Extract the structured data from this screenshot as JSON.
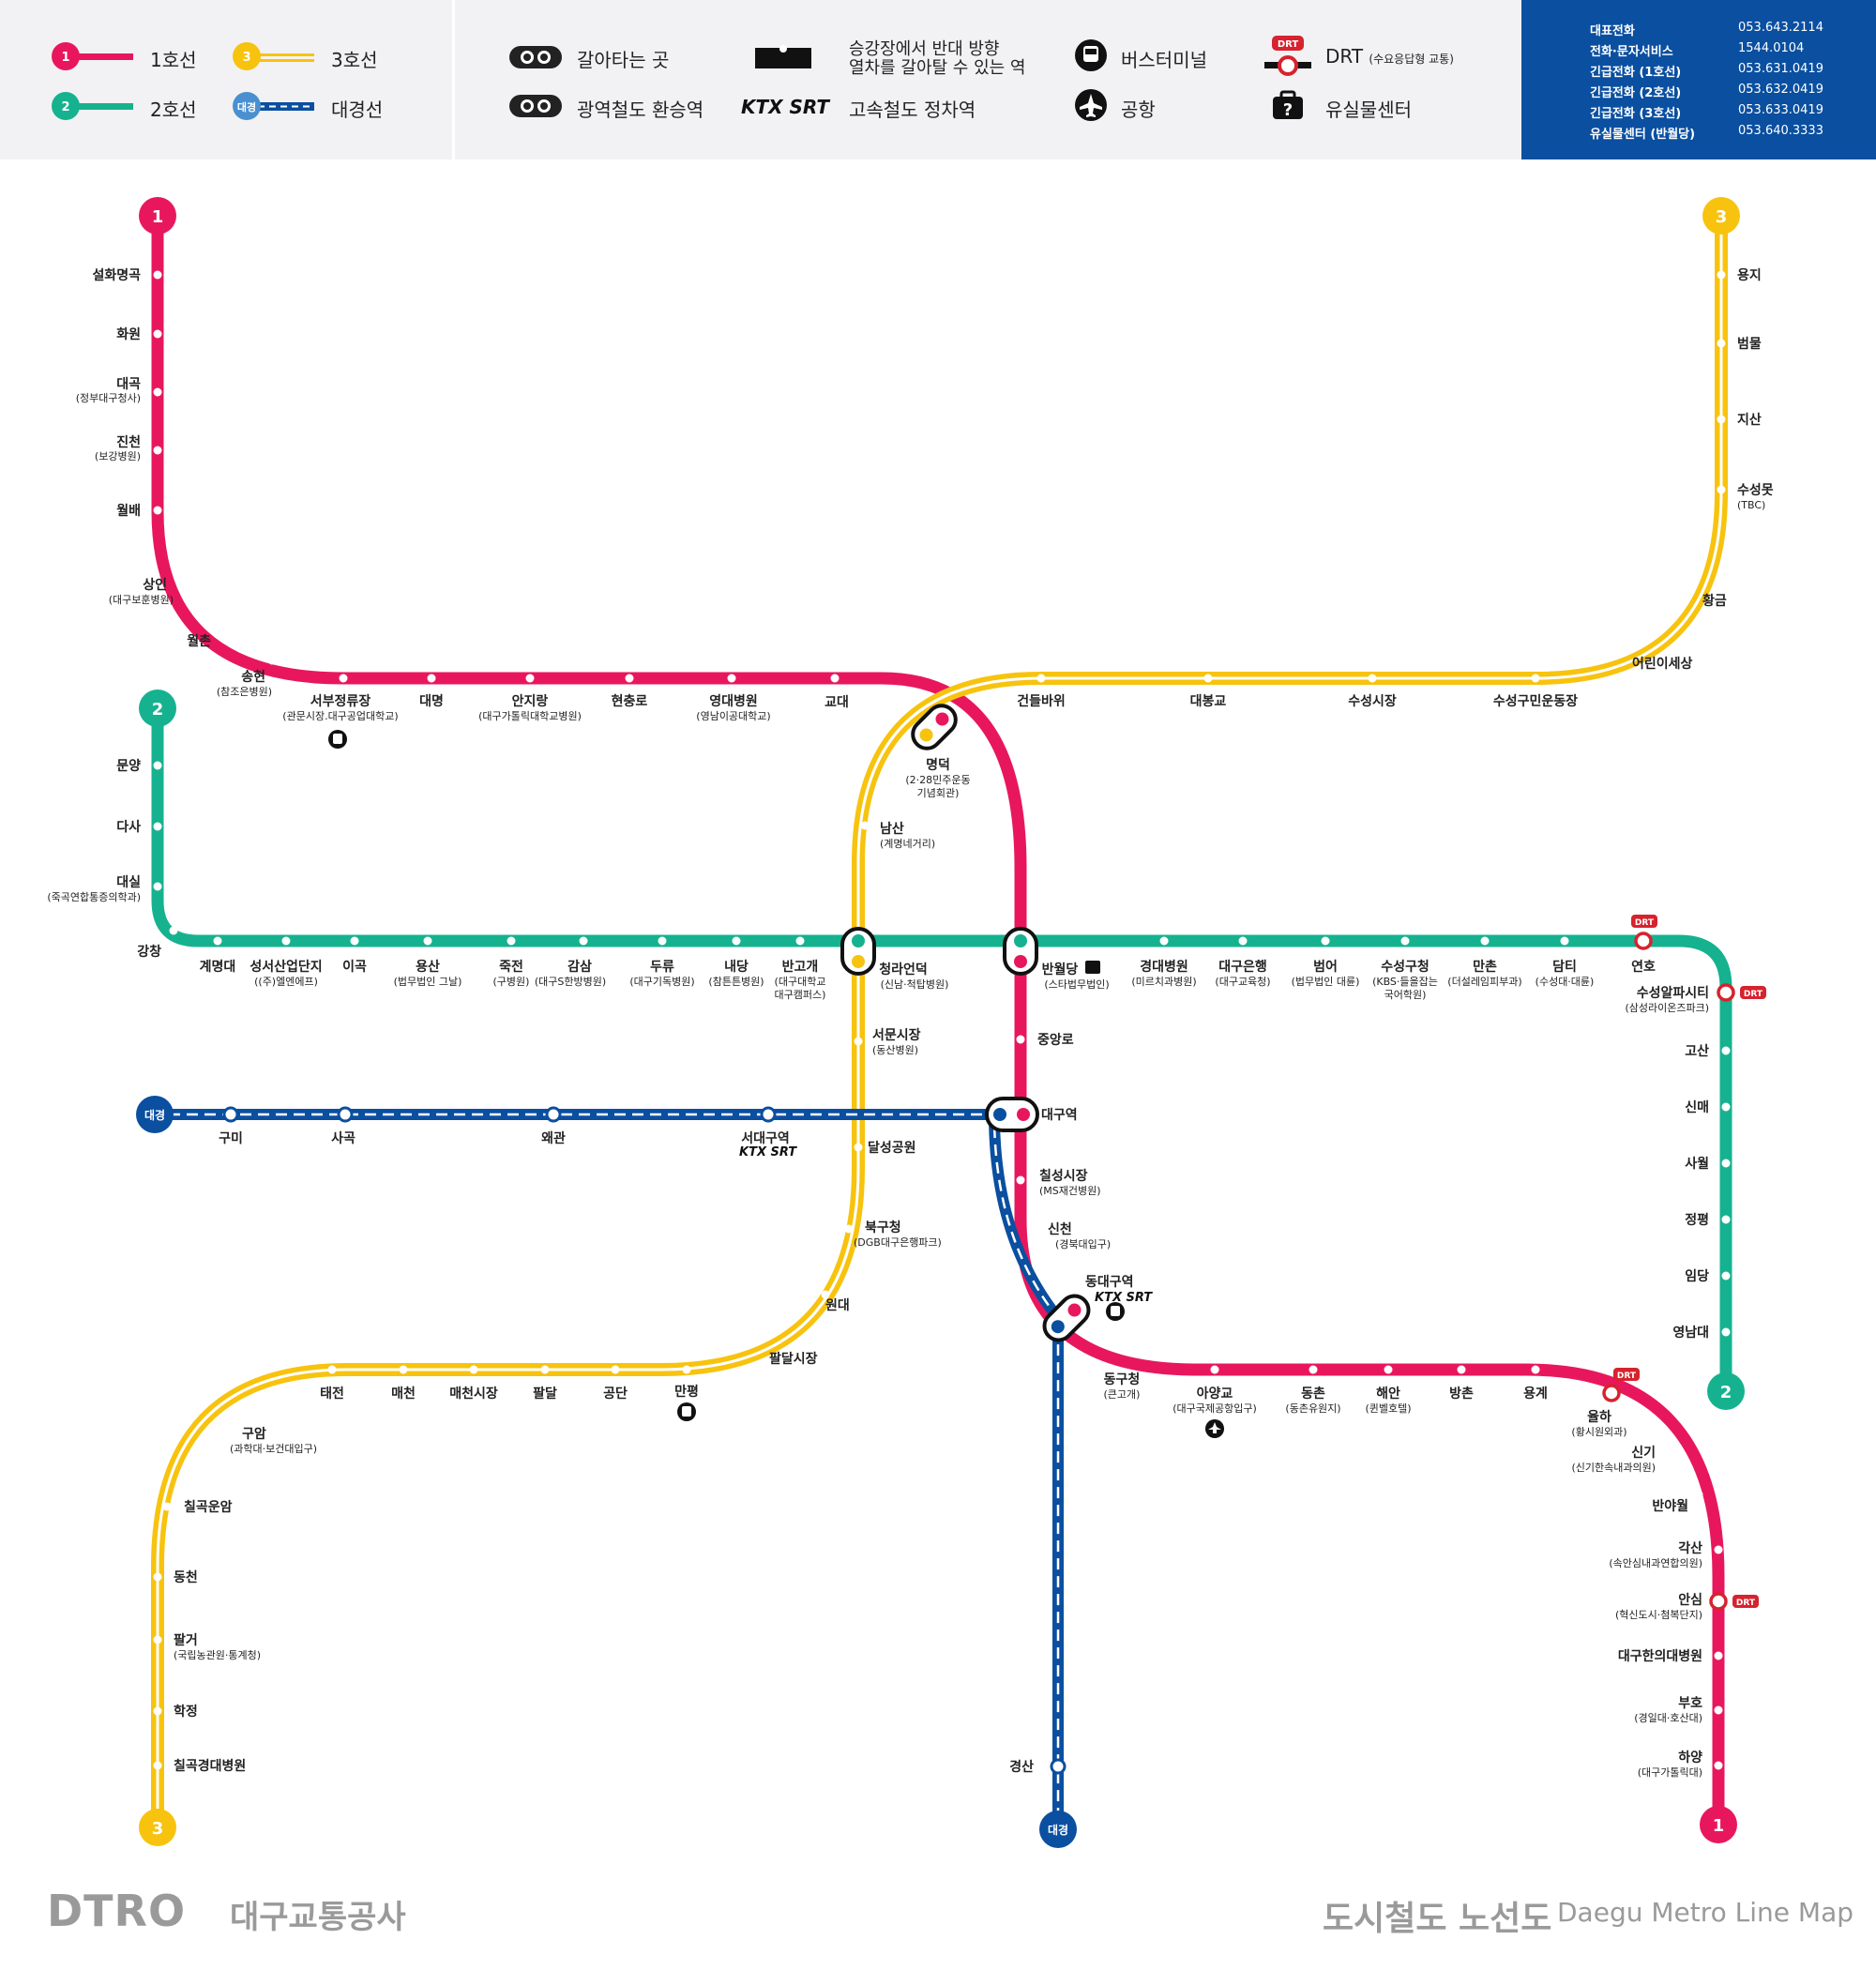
{
  "legend": {
    "line1": "1호선",
    "line2": "2호선",
    "line3": "3호선",
    "daegyeong": "대경선",
    "line1_badge": "1",
    "line2_badge": "2",
    "line3_badge": "3",
    "daegyeong_badge": "대경",
    "transfer": "갈아타는 곳",
    "regional_transfer": "광역철도 환승역",
    "opposite_platform_1": "승강장에서 반대 방향",
    "opposite_platform_2": "열차를 갈아탈 수 있는 역",
    "highspeed": "고속철도 정차역",
    "highspeed_logo": "KTX SRT",
    "bus_terminal": "버스터미널",
    "airport": "공항",
    "drt_badge": "DRT",
    "drt": "DRT",
    "drt_sub": "(수요응답형 교통)",
    "lost_found": "유실물센터"
  },
  "contacts": [
    {
      "label": "대표전화",
      "value": "053.643.2114"
    },
    {
      "label": "전화·문자서비스",
      "value": "1544.0104"
    },
    {
      "label": "긴급전화 (1호선)",
      "value": "053.631.0419"
    },
    {
      "label": "긴급전화 (2호선)",
      "value": "053.632.0419"
    },
    {
      "label": "긴급전화 (3호선)",
      "value": "053.633.0419"
    },
    {
      "label": "유실물센터 (반월당)",
      "value": "053.640.3333"
    }
  ],
  "colors": {
    "line1": "#e8175d",
    "line2": "#16b28f",
    "line3": "#f7c30e",
    "daegyeong": "#0a4fa0",
    "drt": "#d6232e"
  },
  "terminals": {
    "line1": "1",
    "line2": "2",
    "line3": "3",
    "daegyeong": "대경"
  },
  "stations": [
    {
      "name": "설화명곡",
      "sub": ""
    },
    {
      "name": "화원",
      "sub": ""
    },
    {
      "name": "대곡",
      "sub": "(정부대구청사)"
    },
    {
      "name": "진천",
      "sub": "(보강병원)"
    },
    {
      "name": "월배",
      "sub": ""
    },
    {
      "name": "상인",
      "sub": "(대구보훈병원)"
    },
    {
      "name": "월촌",
      "sub": ""
    },
    {
      "name": "송현",
      "sub": "(참조은병원)"
    },
    {
      "name": "서부정류장",
      "sub": "(관문시장.대구공업대학교)"
    },
    {
      "name": "대명",
      "sub": ""
    },
    {
      "name": "안지랑",
      "sub": "(대구가톨릭대학교병원)"
    },
    {
      "name": "현충로",
      "sub": ""
    },
    {
      "name": "영대병원",
      "sub": "(영남이공대학교)"
    },
    {
      "name": "교대",
      "sub": ""
    },
    {
      "name": "명덕",
      "sub": "(2·28민주운동"
    },
    {
      "name": "",
      "sub": "기념회관)"
    },
    {
      "name": "중앙로",
      "sub": ""
    },
    {
      "name": "대구역",
      "sub": ""
    },
    {
      "name": "칠성시장",
      "sub": "(MS재건병원)"
    },
    {
      "name": "신천",
      "sub": "(경북대입구)"
    },
    {
      "name": "동대구역",
      "sub": ""
    },
    {
      "name": "동구청",
      "sub": "(큰고개)"
    },
    {
      "name": "아양교",
      "sub": "(대구국제공항입구)"
    },
    {
      "name": "동촌",
      "sub": "(동촌유원지)"
    },
    {
      "name": "해안",
      "sub": "(퀸벨호텔)"
    },
    {
      "name": "방촌",
      "sub": ""
    },
    {
      "name": "용계",
      "sub": ""
    },
    {
      "name": "율하",
      "sub": "(황시원외과)"
    },
    {
      "name": "신기",
      "sub": "(신기한속내과의원)"
    },
    {
      "name": "반야월",
      "sub": ""
    },
    {
      "name": "각산",
      "sub": "(속안심내과연합의원)"
    },
    {
      "name": "안심",
      "sub": "(혁신도시·첨복단지)"
    },
    {
      "name": "대구한의대병원",
      "sub": ""
    },
    {
      "name": "부호",
      "sub": "(경일대·호산대)"
    },
    {
      "name": "하양",
      "sub": "(대구가톨릭대)"
    },
    {
      "name": "문양",
      "sub": ""
    },
    {
      "name": "다사",
      "sub": ""
    },
    {
      "name": "대실",
      "sub": "(죽곡연합통증의학과)"
    },
    {
      "name": "강창",
      "sub": ""
    },
    {
      "name": "계명대",
      "sub": ""
    },
    {
      "name": "성서산업단지",
      "sub": "((주)엘엔에프)"
    },
    {
      "name": "이곡",
      "sub": ""
    },
    {
      "name": "용산",
      "sub": "(법무법인 그날)"
    },
    {
      "name": "죽전",
      "sub": "(구병원)"
    },
    {
      "name": "감삼",
      "sub": "(대구S한방병원)"
    },
    {
      "name": "두류",
      "sub": "(대구기독병원)"
    },
    {
      "name": "내당",
      "sub": "(참튼튼병원)"
    },
    {
      "name": "반고개",
      "sub": "(대구대학교"
    },
    {
      "name": "",
      "sub": "대구캠퍼스)"
    },
    {
      "name": "청라언덕",
      "sub": "(신남·척탑병원)"
    },
    {
      "name": "반월당",
      "sub": "(스타법무법인)"
    },
    {
      "name": "경대병원",
      "sub": "(미르치과병원)"
    },
    {
      "name": "대구은행",
      "sub": "(대구교육청)"
    },
    {
      "name": "범어",
      "sub": "(법무법인 대륜)"
    },
    {
      "name": "수성구청",
      "sub": "(KBS·들을잡는"
    },
    {
      "name": "",
      "sub": "국어학원)"
    },
    {
      "name": "만촌",
      "sub": "(더설레임피부과)"
    },
    {
      "name": "담티",
      "sub": "(수성대·대륜)"
    },
    {
      "name": "연호",
      "sub": ""
    },
    {
      "name": "수성알파시티",
      "sub": "(삼성라이온즈파크)"
    },
    {
      "name": "고산",
      "sub": ""
    },
    {
      "name": "신매",
      "sub": ""
    },
    {
      "name": "사월",
      "sub": ""
    },
    {
      "name": "정평",
      "sub": ""
    },
    {
      "name": "임당",
      "sub": ""
    },
    {
      "name": "영남대",
      "sub": ""
    },
    {
      "name": "용지",
      "sub": ""
    },
    {
      "name": "범물",
      "sub": ""
    },
    {
      "name": "지산",
      "sub": ""
    },
    {
      "name": "수성못",
      "sub": "(TBC)"
    },
    {
      "name": "황금",
      "sub": ""
    },
    {
      "name": "어린이세상",
      "sub": ""
    },
    {
      "name": "수성구민운동장",
      "sub": ""
    },
    {
      "name": "수성시장",
      "sub": ""
    },
    {
      "name": "대봉교",
      "sub": ""
    },
    {
      "name": "건들바위",
      "sub": ""
    },
    {
      "name": "남산",
      "sub": "(계명네거리)"
    },
    {
      "name": "서문시장",
      "sub": "(동산병원)"
    },
    {
      "name": "달성공원",
      "sub": ""
    },
    {
      "name": "북구청",
      "sub": "(DGB대구은행파크)"
    },
    {
      "name": "원대",
      "sub": ""
    },
    {
      "name": "팔달시장",
      "sub": ""
    },
    {
      "name": "만평",
      "sub": ""
    },
    {
      "name": "공단",
      "sub": ""
    },
    {
      "name": "팔달",
      "sub": ""
    },
    {
      "name": "매천시장",
      "sub": ""
    },
    {
      "name": "매천",
      "sub": ""
    },
    {
      "name": "태전",
      "sub": ""
    },
    {
      "name": "구암",
      "sub": "(과학대·보건대입구)"
    },
    {
      "name": "칠곡운암",
      "sub": ""
    },
    {
      "name": "동천",
      "sub": ""
    },
    {
      "name": "팔거",
      "sub": "(국립농관원·통계청)"
    },
    {
      "name": "학정",
      "sub": ""
    },
    {
      "name": "칠곡경대병원",
      "sub": ""
    },
    {
      "name": "구미",
      "sub": ""
    },
    {
      "name": "사곡",
      "sub": ""
    },
    {
      "name": "왜관",
      "sub": ""
    },
    {
      "name": "서대구역",
      "sub": ""
    },
    {
      "name": "경산",
      "sub": ""
    }
  ],
  "ktx_label": "KTX SRT",
  "footer": {
    "logo": "DTRO",
    "org": "대구교통공사",
    "title_ko": "도시철도 노선도",
    "title_en": "Daegu Metro Line Map"
  }
}
